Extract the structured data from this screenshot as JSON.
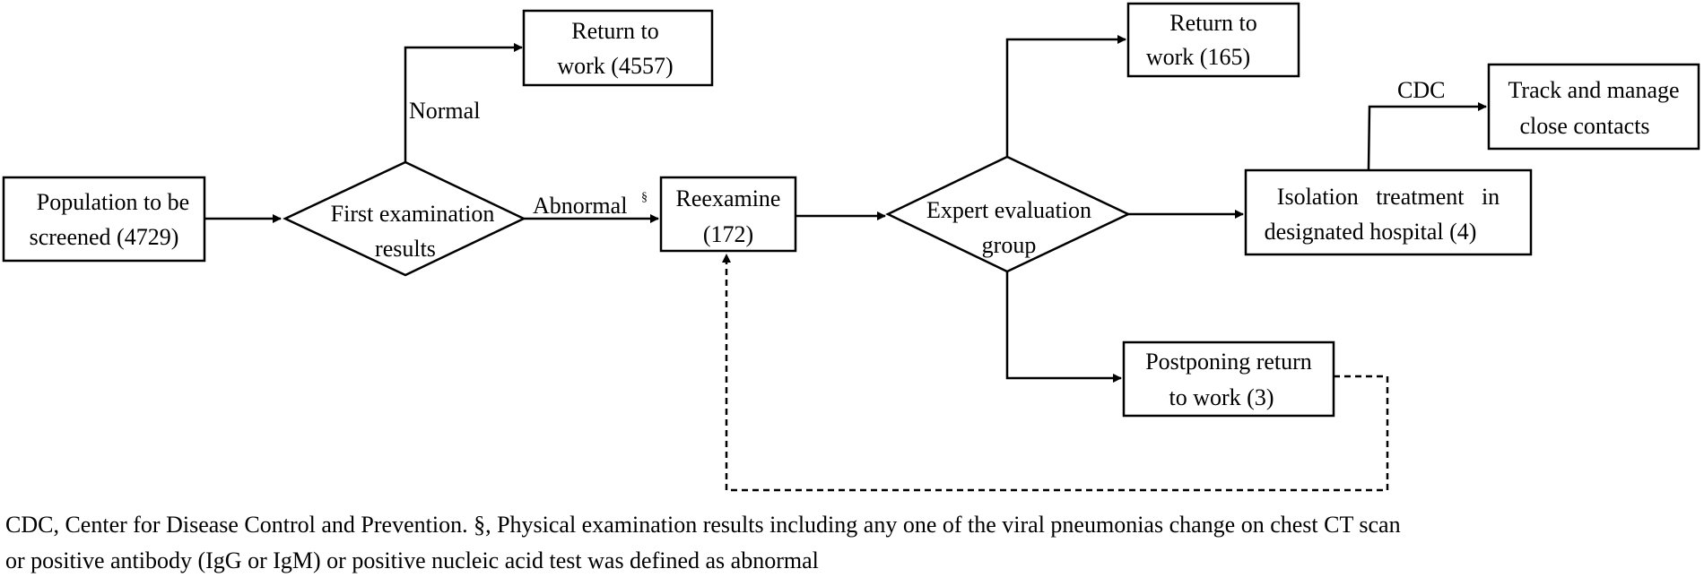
{
  "nodes": {
    "population": {
      "line1": "Population to be",
      "line2": "screened (4729)"
    },
    "first_exam": {
      "line1": "First examination",
      "line2": "results"
    },
    "return_work_a": {
      "line1": "Return to",
      "line2": "work (4557)"
    },
    "reexamine": {
      "line1": "Reexamine",
      "line2": "(172)"
    },
    "expert": {
      "line1": "Expert evaluation",
      "line2": "group"
    },
    "return_work_b": {
      "line1": "Return to",
      "line2": "work (165)"
    },
    "isolation": {
      "line1": "Isolation   treatment   in",
      "line2": "designated hospital (4)"
    },
    "track": {
      "line1": "Track and manage",
      "line2": "close contacts"
    },
    "postpone": {
      "line1": "Postponing return",
      "line2": "to work (3)"
    }
  },
  "edge_labels": {
    "normal": "Normal",
    "abnormal": "Abnormal",
    "abnormal_mark": "§",
    "cdc": "CDC"
  },
  "caption": {
    "line1": "CDC, Center for Disease Control and Prevention. §, Physical examination results including any one of the viral pneumonias change on chest CT scan",
    "line2": "or positive antibody (IgG or IgM) or positive nucleic acid test was defined as abnormal"
  }
}
